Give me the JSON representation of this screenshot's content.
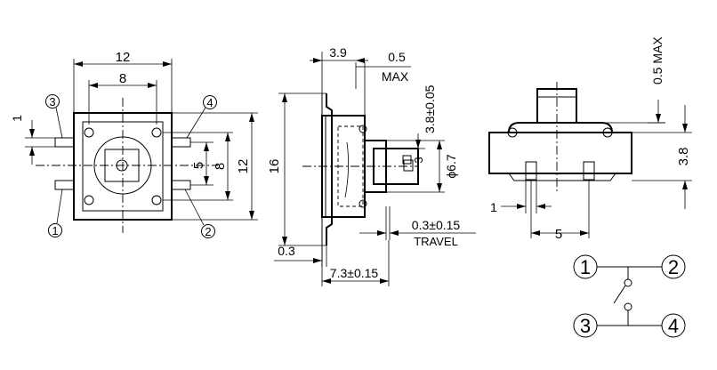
{
  "top_view": {
    "dim_width_outer": "12",
    "dim_width_inner": "8",
    "dim_pitch_vertical": "5",
    "dim_height_inner": "8",
    "dim_height_outer": "12",
    "dim_lead_width": "1",
    "pin_labels": [
      "1",
      "2",
      "3",
      "4"
    ]
  },
  "side_view": {
    "dim_body_depth": "3.9",
    "dim_plunger_max": "0.5",
    "dim_plunger_max_note": "MAX",
    "dim_stem_square": "3.8±0.05",
    "dim_stem_square_box": "3",
    "dim_plunger_dia": "ϕ6.7",
    "dim_length": "16",
    "dim_lead_thickness": "0.3",
    "dim_travel": "0.3±0.15",
    "dim_travel_note": "TRAVEL",
    "dim_height": "7.3±0.15"
  },
  "front_view": {
    "dim_top_max": "0.5 MAX",
    "dim_body_height": "3.8",
    "dim_lead_width": "1",
    "dim_lead_pitch": "5"
  },
  "schematic": {
    "terminals": [
      "1",
      "2",
      "3",
      "4"
    ]
  }
}
